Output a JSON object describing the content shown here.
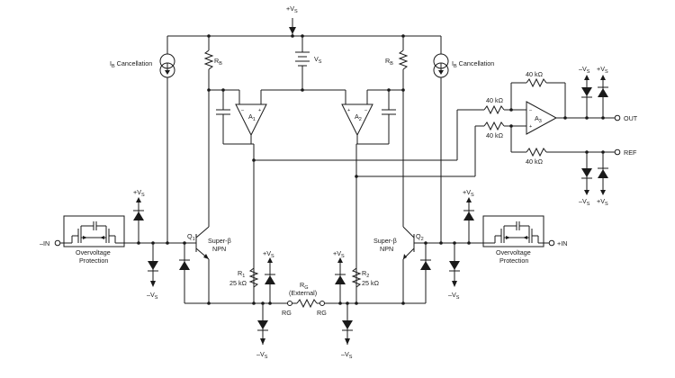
{
  "labels": {
    "vs_top": "+V",
    "vs_sub": "S",
    "vs_cell": "V",
    "vs_cell_sub": "S",
    "ib_left_main": "I",
    "ib_left_sub": "B",
    "ib_left_rest": " Cancellation",
    "ib_right_main": "I",
    "ib_right_sub": "B",
    "ib_right_rest": " Cancellation",
    "rb_left_main": "R",
    "rb_left_sub": "B",
    "rb_right_main": "R",
    "rb_right_sub": "B",
    "a1_main": "A",
    "a1_sub": "1",
    "a2_main": "A",
    "a2_sub": "2",
    "a3_main": "A",
    "a3_sub": "3",
    "r_40k_top": "40 kΩ",
    "r_40k_in1": "40 kΩ",
    "r_40k_in2": "40 kΩ",
    "r_40k_bot": "40 kΩ",
    "out_label": "OUT",
    "ref_label": "REF",
    "minus_vs": "–V",
    "plus_vs": "+V",
    "s_sub": "S",
    "minus_in": "–IN",
    "plus_in": "+IN",
    "ovp_left_1": "Overvoltage",
    "ovp_left_2": "Protection",
    "ovp_right_1": "Overvoltage",
    "ovp_right_2": "Protection",
    "q1_main": "Q",
    "q1_sub": "1",
    "q2_main": "Q",
    "q2_sub": "2",
    "super_beta_left": "Super-β",
    "npn_left": "NPN",
    "super_beta_right": "Super-β",
    "npn_right": "NPN",
    "r1_main": "R",
    "r1_sub": "1",
    "r1_val": "25 kΩ",
    "r2_main": "R",
    "r2_sub": "2",
    "r2_val": "25 kΩ",
    "rg_main": "R",
    "rg_sub": "G",
    "rg_ext": "(External)",
    "rg_left": "RG",
    "rg_right": "RG",
    "pin_minus": "–",
    "pin_plus": "+"
  }
}
